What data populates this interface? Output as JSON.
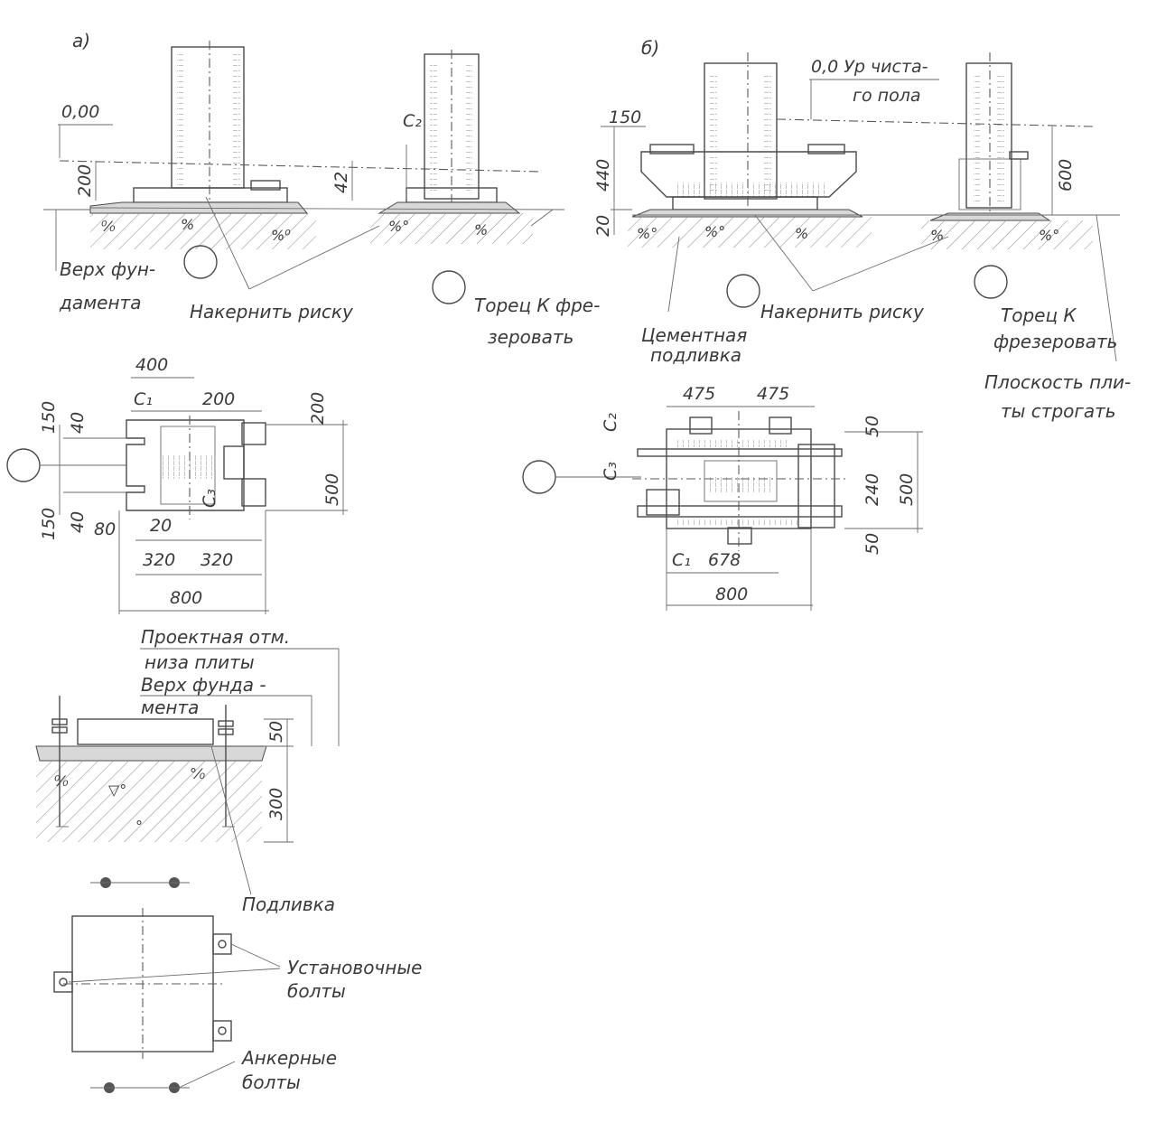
{
  "views": {
    "a_label": "а)",
    "b_label": "б)"
  },
  "elevation": {
    "zero_a": "0,00",
    "zero_b_line1": "0,0 Ур чиста-",
    "zero_b_line2": "го пола"
  },
  "labels": {
    "foundation_top_line1": "Верх фун-",
    "foundation_top_line2": "дамента",
    "punch_mark_a": "Накернить риску",
    "mill_end_a_line1": "Торец К фре-",
    "mill_end_a_line2": "зеровать",
    "cement_grout_line1": "Цементная",
    "cement_grout_line2": "подливка",
    "punch_mark_b": "Накернить риску",
    "mill_end_b_line1": "Торец К",
    "mill_end_b_line2": "фрезеровать",
    "plate_plane_line1": "Плоскость пли-",
    "plate_plane_line2": "ты строгать",
    "design_mark_line1": "Проектная отм.",
    "design_mark_line2": "низа плиты",
    "found_top2_line1": "Верх фунда -",
    "found_top2_line2": "мента",
    "grout": "Подливка",
    "setting_bolts_line1": "Установочные",
    "setting_bolts_line2": "болты",
    "anchor_bolts_line1": "Анкерные",
    "anchor_bolts_line2": "болты"
  },
  "dims_a": {
    "d200": "200",
    "d42": "42",
    "c2": "C₂",
    "d400": "400",
    "c1": "C₁",
    "d200_plan": "200",
    "d150_top": "150",
    "d40_top": "40",
    "d200_right": "200",
    "d500": "500",
    "d150_bottom": "150",
    "d40_bottom": "40",
    "d80": "80",
    "d20": "20",
    "c3": "C₃",
    "d320_left": "320",
    "d320_right": "320",
    "d800": "800"
  },
  "dims_b": {
    "d150": "150",
    "d440": "440",
    "d20": "20",
    "d600": "600",
    "d475_left": "475",
    "d475_right": "475",
    "c2": "C₂",
    "c3": "C₃",
    "d50_top": "50",
    "d240": "240",
    "d500": "500",
    "d50_bottom": "50",
    "c1": "C₁",
    "d678": "678",
    "d800": "800"
  },
  "dims_c": {
    "d50": "50",
    "d300": "300"
  }
}
